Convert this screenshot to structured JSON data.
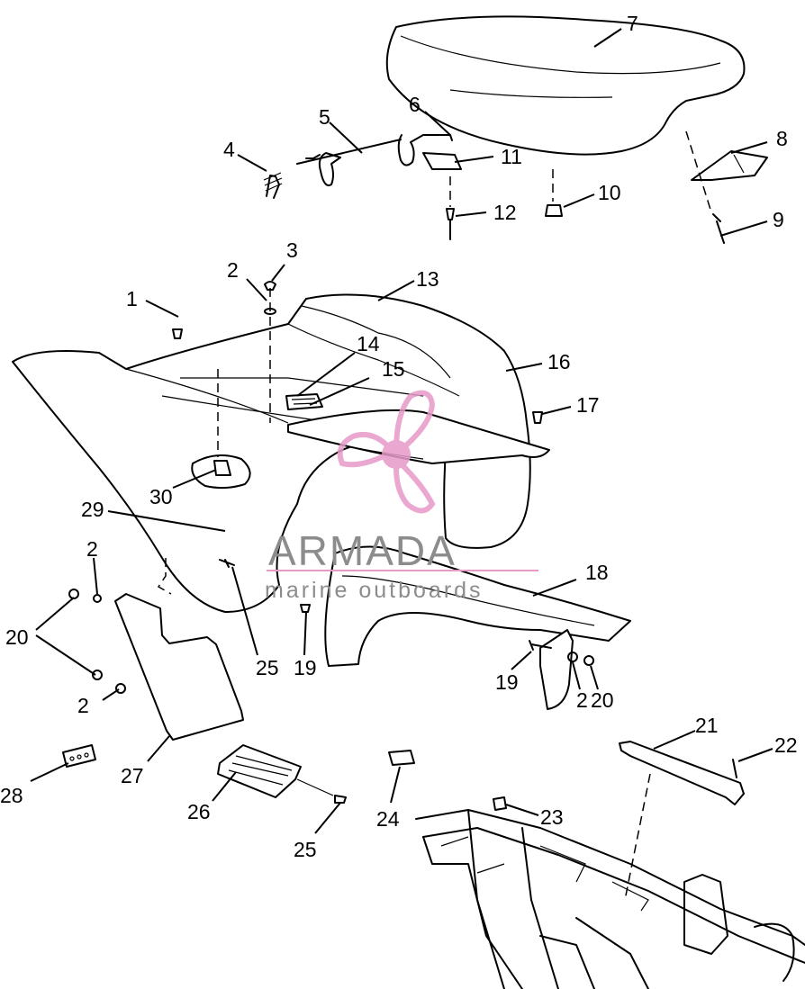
{
  "callouts": {
    "c1": "1",
    "c2a": "2",
    "c2b": "2",
    "c2c": "2",
    "c2d": "2",
    "c3": "3",
    "c4": "4",
    "c5": "5",
    "c6": "6",
    "c7": "7",
    "c8": "8",
    "c9": "9",
    "c10": "10",
    "c11": "11",
    "c12": "12",
    "c13": "13",
    "c14": "14",
    "c15": "15",
    "c16": "16",
    "c17": "17",
    "c18": "18",
    "c19a": "19",
    "c19b": "19",
    "c20a": "20",
    "c20b": "20",
    "c21": "21",
    "c22": "22",
    "c23": "23",
    "c24": "24",
    "c25a": "25",
    "c25b": "25",
    "c26": "26",
    "c27": "27",
    "c28": "28",
    "c29": "29",
    "c30": "30"
  },
  "watermark": {
    "brand": "ARMADA",
    "tagline": "marine outboards",
    "color": "#e79ac8"
  }
}
